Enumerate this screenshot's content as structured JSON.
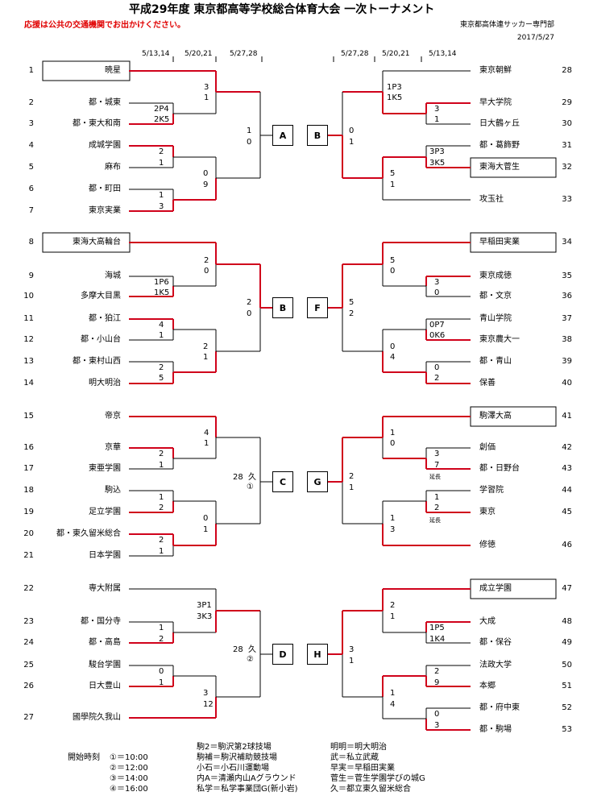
{
  "header": {
    "title": "平成29年度 東京都高等学校総合体育大会 一次トーナメント",
    "notice": "応援は公共の交通機関でお出かけください。",
    "org": "東京都高体連サッカー専門部",
    "date": "2017/5/27"
  },
  "dates_left": [
    "5/13,14",
    "5/20,21",
    "5/27,28"
  ],
  "dates_right": [
    "5/27,28",
    "5/20,21",
    "5/13,14"
  ],
  "left_teams": [
    {
      "no": "1",
      "name": "暁星"
    },
    {
      "no": "2",
      "name": "都・城東"
    },
    {
      "no": "3",
      "name": "都・東大和南"
    },
    {
      "no": "4",
      "name": "成城学園"
    },
    {
      "no": "5",
      "name": "麻布"
    },
    {
      "no": "6",
      "name": "都・町田"
    },
    {
      "no": "7",
      "name": "東京実業"
    },
    {
      "no": "8",
      "name": "東海大高輪台"
    },
    {
      "no": "9",
      "name": "海城"
    },
    {
      "no": "10",
      "name": "多摩大目黒"
    },
    {
      "no": "11",
      "name": "都・狛江"
    },
    {
      "no": "12",
      "name": "都・小山台"
    },
    {
      "no": "13",
      "name": "都・東村山西"
    },
    {
      "no": "14",
      "name": "明大明治"
    },
    {
      "no": "15",
      "name": "帝京"
    },
    {
      "no": "16",
      "name": "京華"
    },
    {
      "no": "17",
      "name": "東亜学園"
    },
    {
      "no": "18",
      "name": "駒込"
    },
    {
      "no": "19",
      "name": "足立学園"
    },
    {
      "no": "20",
      "name": "都・東久留米総合"
    },
    {
      "no": "21",
      "name": "日本学園"
    },
    {
      "no": "22",
      "name": "専大附属"
    },
    {
      "no": "23",
      "name": "都・国分寺"
    },
    {
      "no": "24",
      "name": "都・高島"
    },
    {
      "no": "25",
      "name": "駿台学園"
    },
    {
      "no": "26",
      "name": "日大豊山"
    },
    {
      "no": "27",
      "name": "國學院久我山"
    }
  ],
  "right_teams": [
    {
      "no": "28",
      "name": "東京朝鮮"
    },
    {
      "no": "29",
      "name": "早大学院"
    },
    {
      "no": "30",
      "name": "日大鶴ヶ丘"
    },
    {
      "no": "31",
      "name": "都・葛飾野"
    },
    {
      "no": "32",
      "name": "東海大菅生"
    },
    {
      "no": "33",
      "name": "攻玉社"
    },
    {
      "no": "34",
      "name": "早稲田実業"
    },
    {
      "no": "35",
      "name": "東京成徳"
    },
    {
      "no": "36",
      "name": "都・文京"
    },
    {
      "no": "37",
      "name": "青山学院"
    },
    {
      "no": "38",
      "name": "東京農大一"
    },
    {
      "no": "39",
      "name": "都・青山"
    },
    {
      "no": "40",
      "name": "保善"
    },
    {
      "no": "41",
      "name": "駒澤大高"
    },
    {
      "no": "42",
      "name": "創価"
    },
    {
      "no": "43",
      "name": "都・日野台"
    },
    {
      "no": "44",
      "name": "学習院"
    },
    {
      "no": "45",
      "name": "東京"
    },
    {
      "no": "46",
      "name": "修徳"
    },
    {
      "no": "47",
      "name": "成立学園"
    },
    {
      "no": "48",
      "name": "大成"
    },
    {
      "no": "49",
      "name": "都・保谷"
    },
    {
      "no": "50",
      "name": "法政大学"
    },
    {
      "no": "51",
      "name": "本郷"
    },
    {
      "no": "52",
      "name": "都・府中東"
    },
    {
      "no": "53",
      "name": "都・駒場"
    }
  ],
  "block_labels_left": [
    "A",
    "B",
    "C",
    "D"
  ],
  "block_labels_right": [
    "B",
    "F",
    "G",
    "H"
  ],
  "scores": [
    "3",
    "1",
    "2P4",
    "2K5",
    "2",
    "1",
    "0",
    "9",
    "1",
    "3",
    "1",
    "0",
    "2",
    "0",
    "1P6",
    "1K5",
    "4",
    "1",
    "2",
    "1",
    "2",
    "5",
    "2",
    "0",
    "4",
    "1",
    "2",
    "1",
    "1",
    "2",
    "0",
    "1",
    "2",
    "1",
    "28",
    "久",
    "①",
    "3P1",
    "3K3",
    "1",
    "2",
    "0",
    "1",
    "3",
    "12",
    "28",
    "久",
    "②",
    "1P3",
    "1K5",
    "3",
    "1",
    "3P3",
    "3K5",
    "5",
    "1",
    "0",
    "1",
    "5",
    "0",
    "3",
    "0",
    "0P7",
    "0K6",
    "0",
    "4",
    "0",
    "2",
    "5",
    "2",
    "1",
    "0",
    "3",
    "7",
    "延長",
    "1",
    "2",
    "延長",
    "1",
    "3",
    "2",
    "1",
    "2",
    "1",
    "1P5",
    "1K4",
    "2",
    "9",
    "1",
    "4",
    "0",
    "3",
    "3",
    "1"
  ],
  "legend": {
    "start_label": "開始時刻",
    "times": [
      "①＝10:00",
      "②＝12:00",
      "③＝14:00",
      "④＝16:00"
    ],
    "venues1": [
      "駒2＝駒沢第2球技場",
      "駒補＝駒沢補助競技場",
      "小石＝小石川運動場",
      "内A＝清瀬内山Aグラウンド",
      "私学＝私学事業団G(新小岩)"
    ],
    "venues2": [
      "明明＝明大明治",
      "武＝私立武蔵",
      "早実＝早稲田実業",
      "菅生＝菅生学園学びの城G",
      "久＝都立東久留米総合"
    ]
  },
  "colors": {
    "win": "#d0021b",
    "line": "#000000",
    "notice": "#e00000"
  }
}
